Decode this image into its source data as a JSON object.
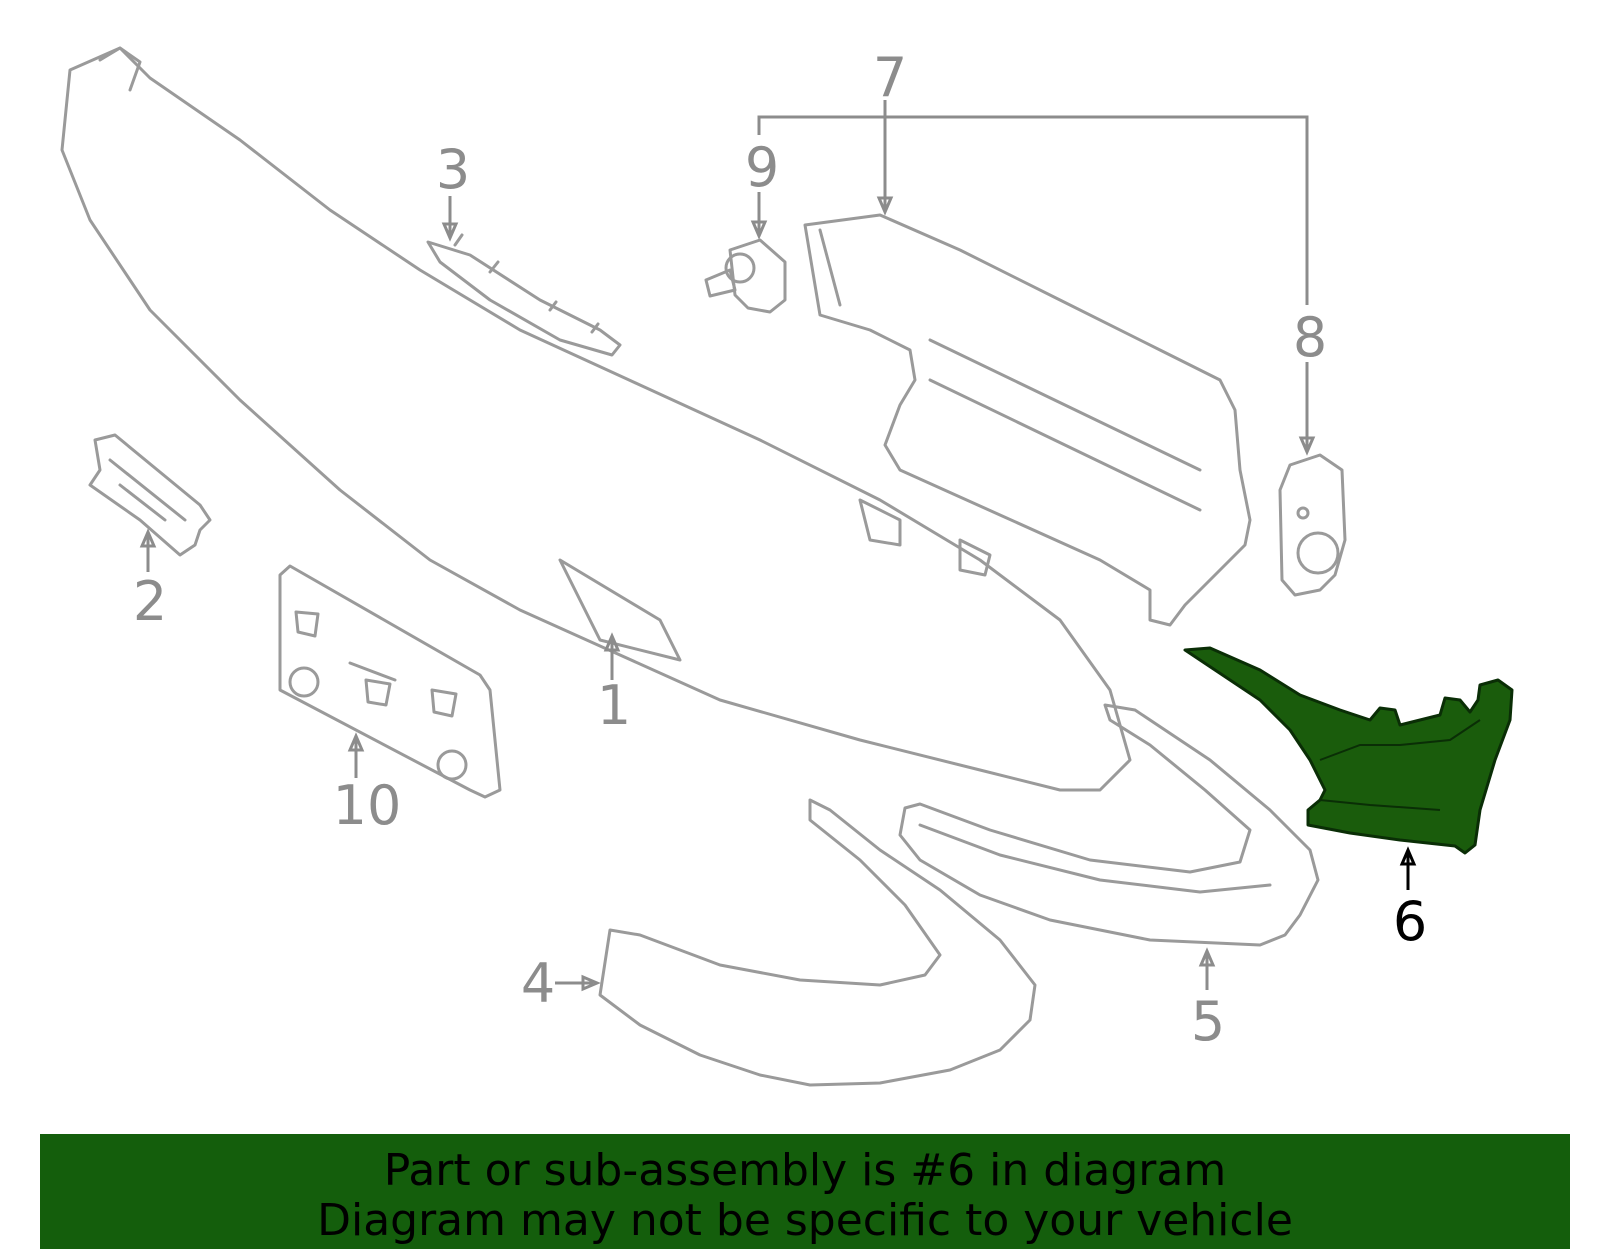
{
  "colors": {
    "highlight": "#1a5c0c",
    "banner": "#145e0c",
    "part_stroke": "#9a9a9a",
    "callout_text": "#8c8c8c"
  },
  "callouts": {
    "c1": "1",
    "c2": "2",
    "c3": "3",
    "c4": "4",
    "c5": "5",
    "c6": "6",
    "c7": "7",
    "c8": "8",
    "c9": "9",
    "c10": "10"
  },
  "highlighted_part": "6",
  "banner": {
    "line1": "Part or sub-assembly is #6 in diagram",
    "line2": "Diagram may not be specific to your vehicle"
  }
}
